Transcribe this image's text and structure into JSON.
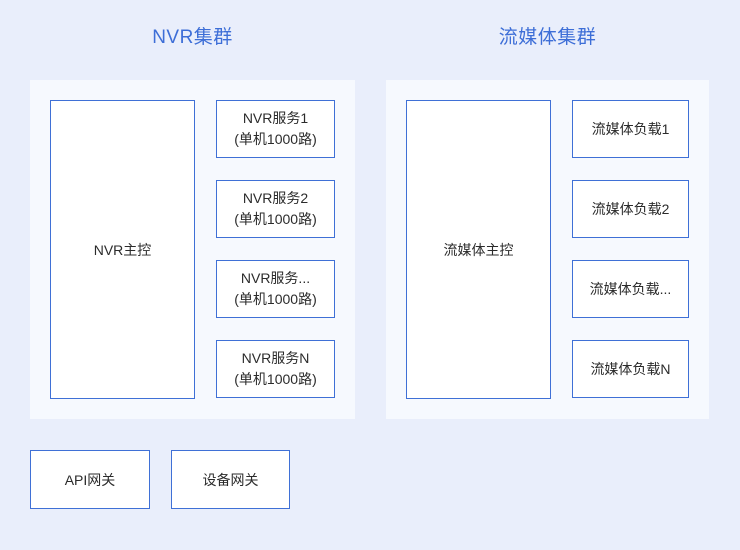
{
  "clusters": [
    {
      "title": "NVR集群",
      "master": "NVR主控",
      "nodes": [
        {
          "label": "NVR服务1",
          "sub": "(单机1000路)"
        },
        {
          "label": "NVR服务2",
          "sub": "(单机1000路)"
        },
        {
          "label": "NVR服务...",
          "sub": "(单机1000路)"
        },
        {
          "label": "NVR服务N",
          "sub": "(单机1000路)"
        }
      ]
    },
    {
      "title": "流媒体集群",
      "master": "流媒体主控",
      "nodes": [
        {
          "label": "流媒体负载1",
          "sub": ""
        },
        {
          "label": "流媒体负载2",
          "sub": ""
        },
        {
          "label": "流媒体负载...",
          "sub": ""
        },
        {
          "label": "流媒体负载N",
          "sub": ""
        }
      ]
    }
  ],
  "gateways": [
    {
      "label": "API网关"
    },
    {
      "label": "设备网关"
    }
  ],
  "colors": {
    "page_background": "#e9eefb",
    "panel_background": "#f6f9fe",
    "box_background": "#ffffff",
    "box_border": "#3f70d6",
    "title_text": "#3d6ed7",
    "box_text": "#2b2b2b"
  }
}
